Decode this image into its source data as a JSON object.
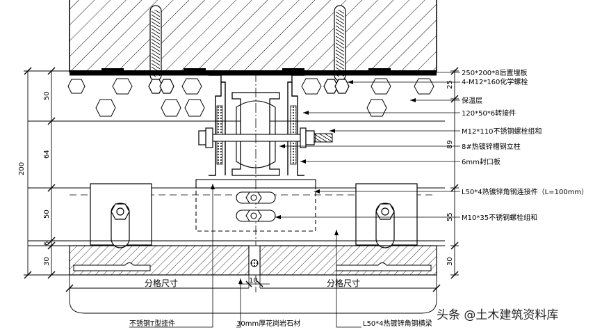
{
  "callouts": [
    "250*200*8后置埋板",
    "4-M12*160化学螺栓",
    "保温层",
    "120*50*6转接件",
    "M12*110不锈钢螺栓组和",
    "8#热镀锌槽钢立柱",
    "6mm封口板",
    "L50*4热镀锌角钢连接件（L=100mm）",
    "M10*35不锈钢螺栓组和"
  ],
  "bottom_labels": {
    "t_hanger": "不锈钢T型挂件",
    "granite": "30mm厚花岗岩石材",
    "angle_beam": "L50*4热镀锌角钢横梁"
  },
  "left_dims": {
    "d50_top": "50",
    "d64": "64",
    "d200": "200",
    "d50_mid": "50",
    "d6": "6",
    "d30": "30"
  },
  "right_dims": {
    "d25": "25",
    "d89": "89",
    "d55": "55",
    "d30": "30"
  },
  "joint_dim": "10",
  "module_size_left": "分格尺寸",
  "module_size_right": "分格尺寸",
  "watermark": "头条 @土木建筑资料库"
}
